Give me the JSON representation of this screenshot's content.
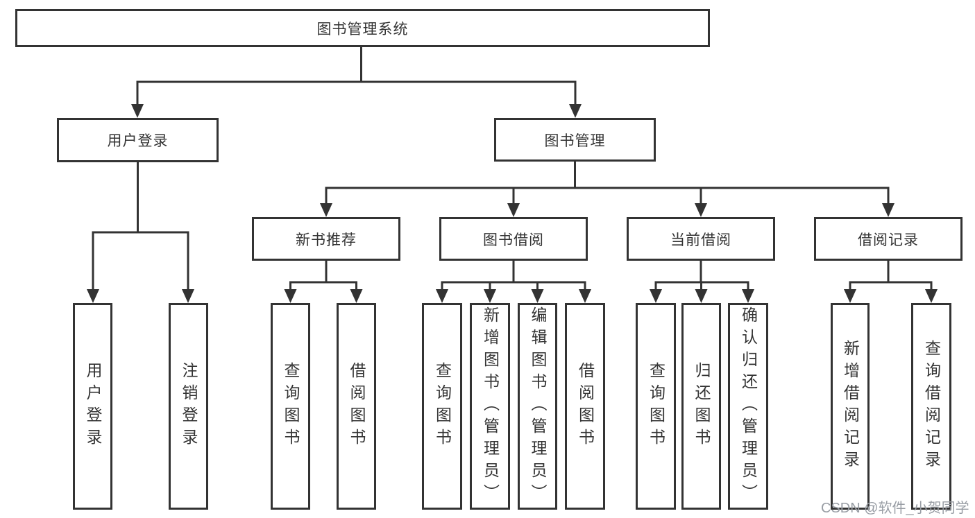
{
  "diagram_title": "图书管理系统",
  "colors": {
    "line": "#333333",
    "box_border": "#333333",
    "box_background": "#ffffff",
    "text": "#333333",
    "watermark": "#989da4"
  },
  "nodes": {
    "root": "图书管理系统",
    "login_group": "用户登录",
    "book_mgmt": "图书管理",
    "login": "用户登录",
    "logout": "注销登录",
    "new_book_rec": "新书推荐",
    "book_borrow": "图书借阅",
    "current_borrow": "当前借阅",
    "borrow_record": "借阅记录",
    "nbr_query_book": "查询图书",
    "nbr_borrow_book": "借阅图书",
    "bb_query_book": "查询图书",
    "bb_add_book": "新增图书（管理员）",
    "bb_edit_book": "编辑图书（管理员）",
    "bb_borrow_book": "借阅图书",
    "cb_query_book": "查询图书",
    "cb_return_book": "归还图书",
    "cb_confirm_return": "确认归还（管理员）",
    "br_add_record": "新增借阅记录",
    "br_query_record": "查询借阅记录"
  },
  "hierarchy": {
    "图书管理系统": {
      "用户登录": [
        "用户登录",
        "注销登录"
      ],
      "图书管理": {
        "新书推荐": [
          "查询图书",
          "借阅图书"
        ],
        "图书借阅": [
          "查询图书",
          "新增图书（管理员）",
          "编辑图书（管理员）",
          "借阅图书"
        ],
        "当前借阅": [
          "查询图书",
          "归还图书",
          "确认归还（管理员）"
        ],
        "借阅记录": [
          "新增借阅记录",
          "查询借阅记录"
        ]
      }
    }
  },
  "watermark": "CSDN @软件_小贺同学"
}
